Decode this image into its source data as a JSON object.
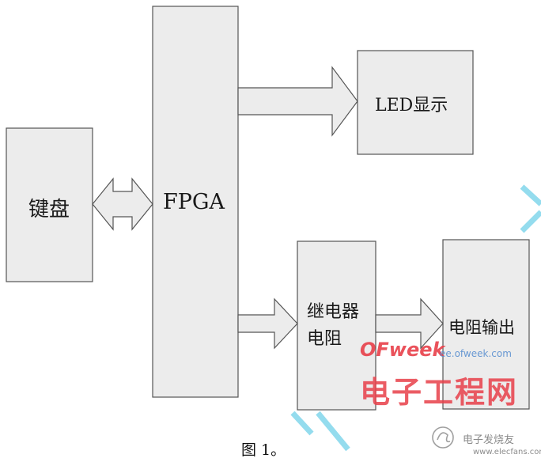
{
  "blocks": {
    "keyboard": "键盘",
    "fpga": "FPGA",
    "led_display": "LED显示",
    "relay_resistor_line1": "继电器",
    "relay_resistor_line2": "电阻",
    "resistor_output": "电阻输出"
  },
  "caption": "图 1。",
  "watermark": {
    "brand": "OFweek",
    "url": "ee.ofweek.com",
    "name": "电子工程网",
    "bottom_brand": "电子发烧友",
    "bottom_url": "www.elecfans.com"
  },
  "colors": {
    "block_fill": "#ececec",
    "block_stroke": "#555555",
    "watermark_red": "#e8404a",
    "watermark_blue": "#5a8fd0",
    "accent_cyan": "#3cc0e0"
  }
}
